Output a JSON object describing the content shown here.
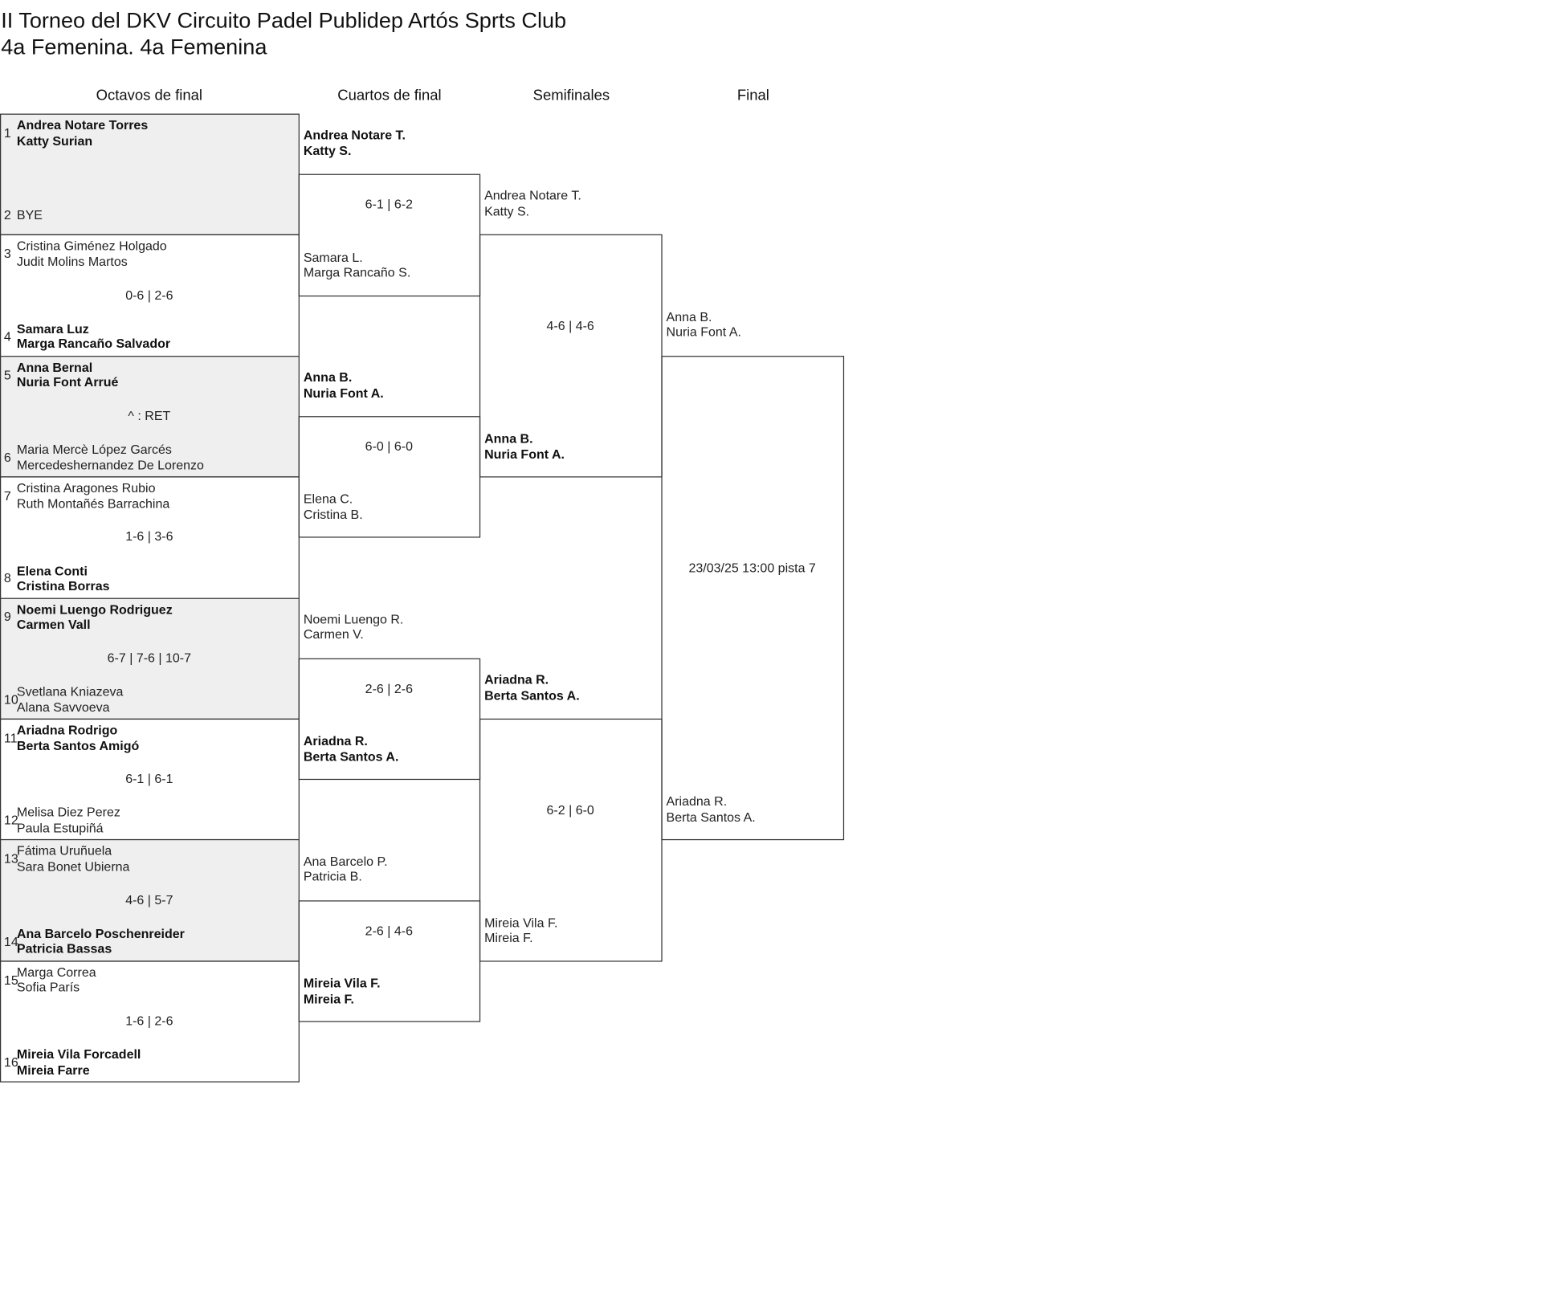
{
  "title": {
    "line1": "II Torneo del DKV Circuito Padel Publidep Artós Sprts Club",
    "line2": "4a Femenina. 4a Femenina"
  },
  "headers": [
    "Octavos de final",
    "Cuartos de final",
    "Semifinales",
    "Final"
  ],
  "r16": [
    {
      "seed1": "1",
      "team1": [
        "Andrea Notare Torres",
        "Katty Surian"
      ],
      "seed2": "2",
      "team2": [
        "BYE"
      ],
      "score": "",
      "winner": 1
    },
    {
      "seed1": "3",
      "team1": [
        "Cristina Giménez Holgado",
        "Judit Molins Martos"
      ],
      "seed2": "4",
      "team2": [
        "Samara Luz",
        "Marga Rancaño Salvador"
      ],
      "score": "0-6 | 2-6",
      "winner": 2
    },
    {
      "seed1": "5",
      "team1": [
        "Anna Bernal",
        "Nuria Font Arrué"
      ],
      "seed2": "6",
      "team2": [
        "Maria Mercè López Garcés",
        "Mercedeshernandez De Lorenzo"
      ],
      "score": "^ : RET",
      "winner": 1
    },
    {
      "seed1": "7",
      "team1": [
        "Cristina Aragones Rubio",
        "Ruth Montañés Barrachina"
      ],
      "seed2": "8",
      "team2": [
        "Elena Conti",
        "Cristina Borras"
      ],
      "score": "1-6 | 3-6",
      "winner": 2
    },
    {
      "seed1": "9",
      "team1": [
        "Noemi Luengo Rodriguez",
        "Carmen Vall"
      ],
      "seed2": "10",
      "team2": [
        "Svetlana Kniazeva",
        "Alana Savvoeva"
      ],
      "score": "6-7 | 7-6 | 10-7",
      "winner": 1
    },
    {
      "seed1": "11",
      "team1": [
        "Ariadna Rodrigo",
        "Berta Santos Amigó"
      ],
      "seed2": "12",
      "team2": [
        "Melisa Diez Perez",
        "Paula Estupiñá"
      ],
      "score": "6-1 | 6-1",
      "winner": 1
    },
    {
      "seed1": "13",
      "team1": [
        "Fátima Uruñuela",
        "Sara Bonet Ubierna"
      ],
      "seed2": "14",
      "team2": [
        "Ana Barcelo Poschenreider",
        "Patricia Bassas"
      ],
      "score": "4-6 | 5-7",
      "winner": 2
    },
    {
      "seed1": "15",
      "team1": [
        "Marga Correa",
        "Sofia París"
      ],
      "seed2": "16",
      "team2": [
        "Mireia Vila Forcadell",
        "Mireia Farre"
      ],
      "score": "1-6 | 2-6",
      "winner": 2
    }
  ],
  "qf": [
    {
      "team1": [
        "Andrea Notare T.",
        "Katty S."
      ],
      "team2": [
        "Samara L.",
        "Marga Rancaño S."
      ],
      "score": "6-1 | 6-2",
      "winner": 1
    },
    {
      "team1": [
        "Anna B.",
        "Nuria Font A."
      ],
      "team2": [
        "Elena C.",
        "Cristina B."
      ],
      "score": "6-0 | 6-0",
      "winner": 1
    },
    {
      "team1": [
        "Noemi Luengo R.",
        "Carmen V."
      ],
      "team2": [
        "Ariadna R.",
        "Berta Santos A."
      ],
      "score": "2-6 | 2-6",
      "winner": 2
    },
    {
      "team1": [
        "Ana Barcelo P.",
        "Patricia B."
      ],
      "team2": [
        "Mireia Vila F.",
        "Mireia F."
      ],
      "score": "2-6 | 4-6",
      "winner": 2
    }
  ],
  "sf": [
    {
      "team1": [
        "Andrea Notare T.",
        "Katty S."
      ],
      "team2": [
        "Anna B.",
        "Nuria Font A."
      ],
      "score": "4-6 | 4-6",
      "winner": 2
    },
    {
      "team1": [
        "Ariadna R.",
        "Berta Santos A."
      ],
      "team2": [
        "Mireia Vila F.",
        "Mireia F."
      ],
      "score": "6-2 | 6-0",
      "winner": 1
    }
  ],
  "final": [
    {
      "team1": [
        "Anna B.",
        "Nuria Font A."
      ],
      "team2": [
        "Ariadna R.",
        "Berta Santos A."
      ],
      "score": "23/03/25 13:00 pista 7",
      "winner": 0
    }
  ],
  "colors": {
    "line": "#333333",
    "shade": "#efefef"
  }
}
